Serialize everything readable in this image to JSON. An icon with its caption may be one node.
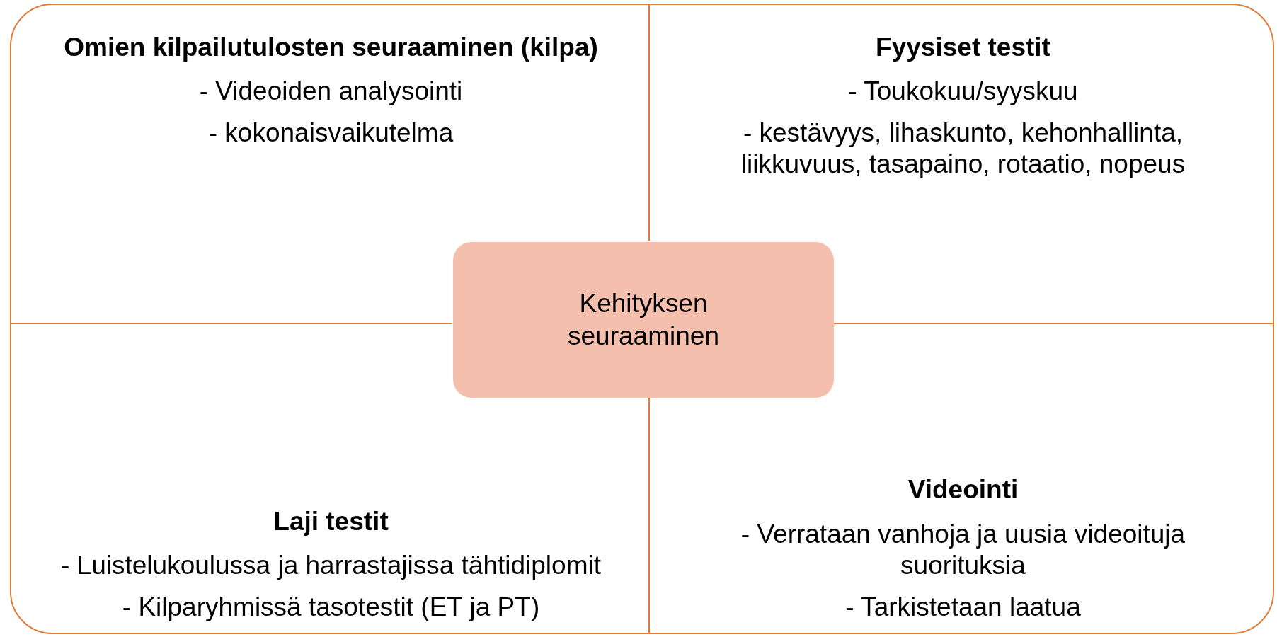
{
  "diagram": {
    "nodes": [
      {
        "text": [],
        "shape": "box"
      },
      {
        "text": [
          "Omien kilpailutulosten seuraaminen (kilpa)",
          "- Videoiden analysointi",
          "- kokonaisvaikutelma"
        ],
        "in": 0
      },
      {
        "text": [
          "Fyysiset testit",
          "- Toukokuu/syyskuu",
          "- kestävyys, lihaskunto, kehonhallinta, liikkuvuus, tasapaino, rotaatio, nopeus"
        ],
        "in": 0
      },
      {
        "text": [
          "Laji testit",
          "- Luistelukoulussa ja harrastajissa tähtidiplomit",
          "- Kilparyhmissä tasotestit (ET ja PT)"
        ],
        "in": 0
      },
      {
        "text": [
          "Videointi",
          "- Verrataan vanhoja ja uusia videoituja suorituksia",
          "- Tarkistetaan laatua"
        ],
        "in": 0
      },
      {
        "text": [
          "Kehityksen seuraaminen"
        ],
        "in": 0
      }
    ]
  }
}
